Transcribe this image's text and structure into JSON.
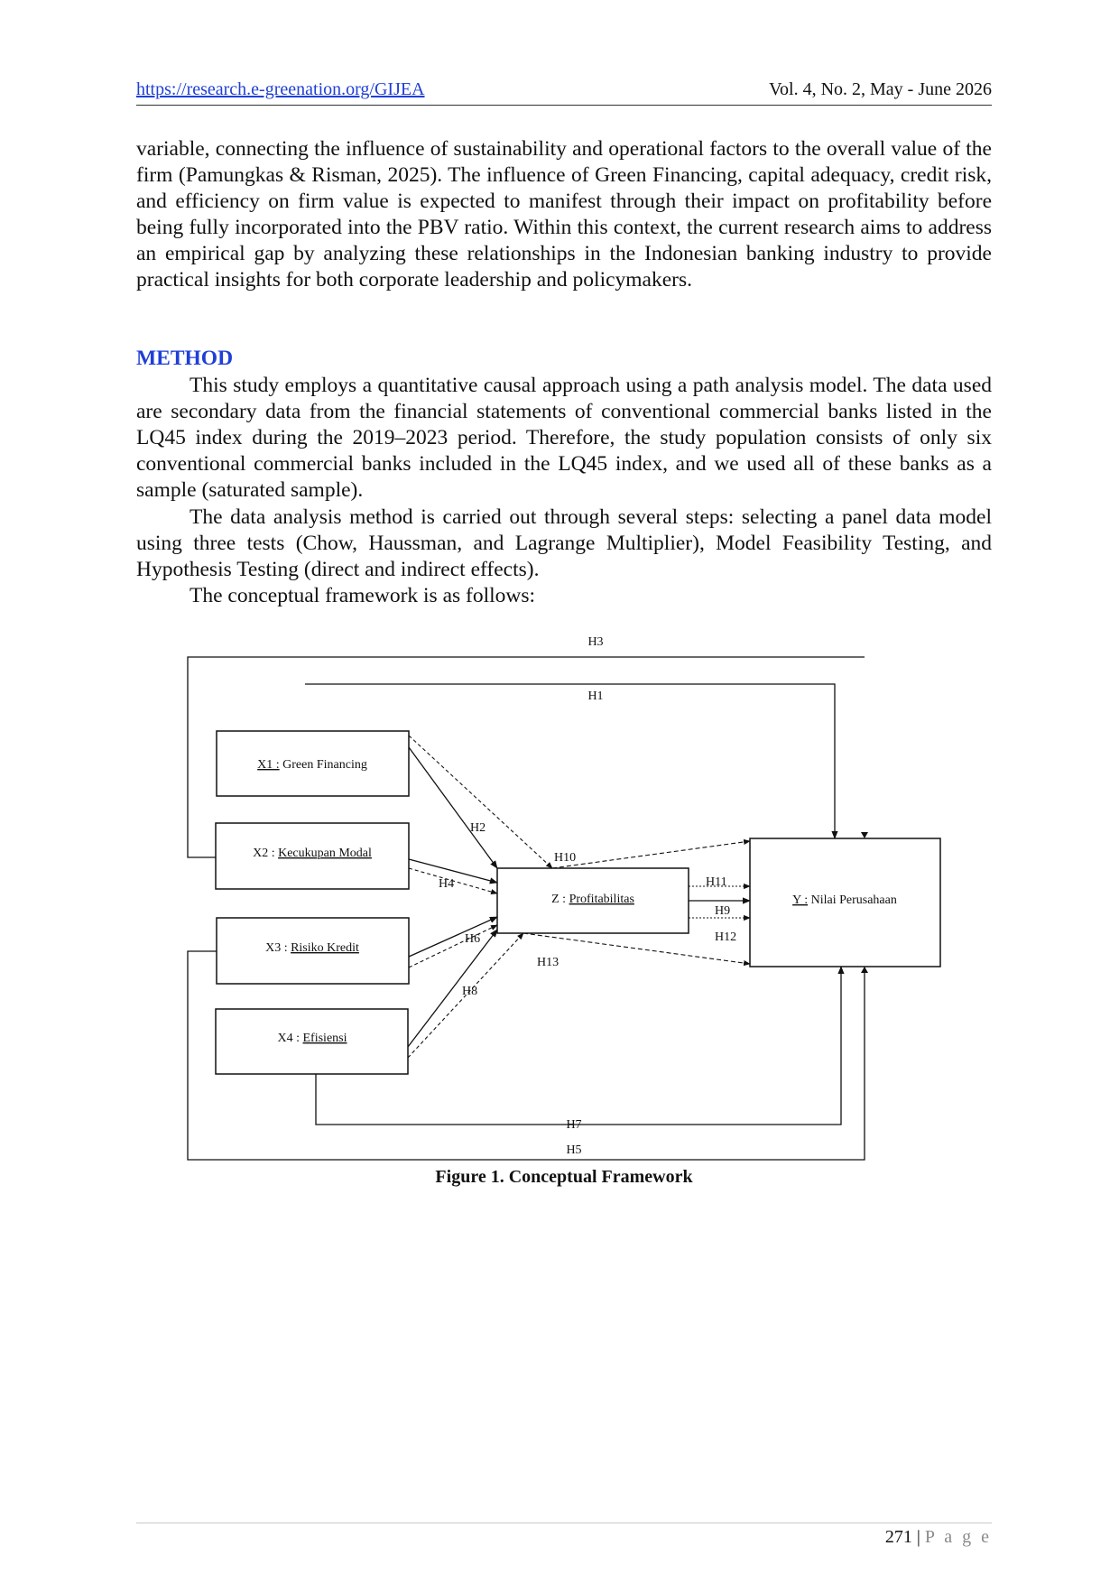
{
  "header": {
    "url": "https://research.e-greenation.org/GIJEA",
    "volume": "Vol. 4, No. 2, May - June 2026"
  },
  "body": {
    "intro_paragraph": "variable, connecting the influence of sustainability and operational factors to the overall value of the firm (Pamungkas & Risman, 2025). The influence of Green Financing, capital adequacy, credit risk, and efficiency on firm value is expected to manifest through their impact on profitability before being fully incorporated into the PBV ratio. Within this context, the current research aims to address an empirical gap by analyzing these relationships in the Indonesian banking industry to provide practical insights for both corporate leadership and policymakers.",
    "method_heading": "METHOD",
    "method_paragraph_1": "This study employs a quantitative causal approach using a path analysis model. The data used are secondary data from the financial statements of conventional commercial banks listed in the LQ45 index during the 2019–2023 period. Therefore, the study population consists of only six conventional commercial banks included in the LQ45 index, and we used all of these banks as a sample (saturated sample).",
    "method_paragraph_2": "The data analysis method is carried out through several steps: selecting a panel data model using three tests (Chow, Haussman, and Lagrange Multiplier), Model Feasibility Testing, and Hypothesis Testing (direct and indirect effects).",
    "method_paragraph_3": "The conceptual framework is as follows:"
  },
  "figure": {
    "nodes": {
      "x1": {
        "prefix": "X1 :",
        "name": "Green Financing"
      },
      "x2": {
        "prefix": "X2 :",
        "name": "Kecukupan Modal"
      },
      "x3": {
        "prefix": "X3 :",
        "name": "Risiko Kredit"
      },
      "x4": {
        "prefix": "X4 :",
        "name": "Efisiensi"
      },
      "z": {
        "prefix": "Z :",
        "name": "Profitabilitas"
      },
      "y": {
        "prefix": "Y :",
        "name": "Nilai Perusahaan"
      }
    },
    "labels": {
      "h1": "H1",
      "h2": "H2",
      "h3": "H3",
      "h4": "H4",
      "h5": "H5",
      "h6": "H6",
      "h7": "H7",
      "h8": "H8",
      "h9": "H9",
      "h10": "H10",
      "h11": "H11",
      "h12": "H12",
      "h13": "H13"
    },
    "caption": "Figure 1. Conceptual Framework"
  },
  "footer": {
    "page_number": "271",
    "separator": "|",
    "page_word": "P a g e"
  }
}
